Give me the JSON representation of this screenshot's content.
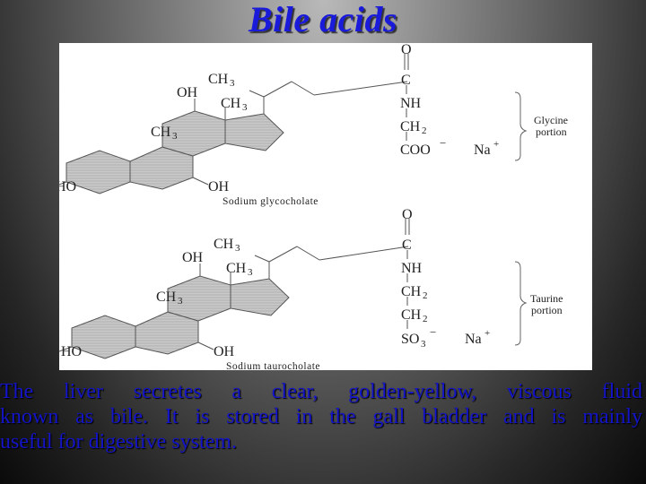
{
  "slide": {
    "title": "Bile acids",
    "body_lines": [
      "The liver secretes a clear, golden-yellow, viscous fluid",
      "known as bile. It is stored in the gall bladder and is mainly",
      "useful for digestive system."
    ],
    "colors": {
      "title": "#1a1adb",
      "body_text": "#1414c8",
      "panel_bg": "#ffffff"
    }
  },
  "figure": {
    "molecules": [
      {
        "name": "Sodium glycocholate",
        "labels": {
          "ho": "HO",
          "oh_c7": "OH",
          "oh_c12": "OH",
          "ch3_c10": "CH",
          "ch3_c13": "CH",
          "ch3_side": "CH",
          "sub3": "3",
          "o": "O",
          "c": "C",
          "nh": "NH",
          "ch2": "CH",
          "sub2": "2",
          "coo": "COO",
          "minus": "−",
          "na": "Na",
          "plus": "+"
        },
        "portion_label_1": "Glycine",
        "portion_label_2": "portion"
      },
      {
        "name": "Sodium taurocholate",
        "labels": {
          "ho": "HO",
          "oh_c7": "OH",
          "oh_c12": "OH",
          "ch3_c10": "CH",
          "ch3_c13": "CH",
          "ch3_side": "CH",
          "sub3": "3",
          "o": "O",
          "c": "C",
          "nh": "NH",
          "ch2": "CH",
          "sub2": "2",
          "so3": "SO",
          "minus": "−",
          "na": "Na",
          "plus": "+"
        },
        "portion_label_1": "Taurine",
        "portion_label_2": "portion"
      }
    ]
  }
}
